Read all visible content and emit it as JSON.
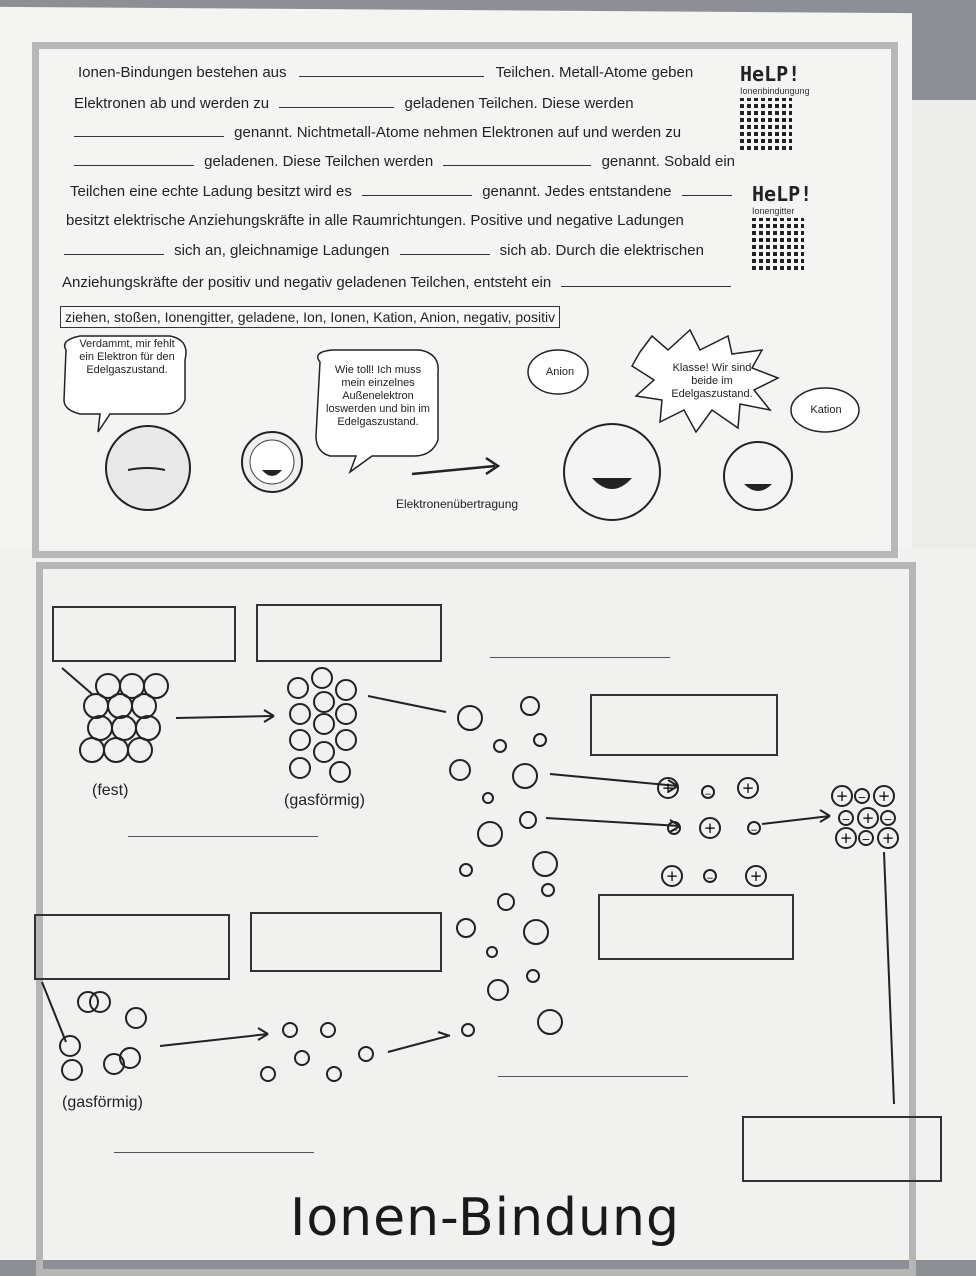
{
  "worksheet": {
    "paragraph": {
      "l1a": "Ionen-Bindungen bestehen aus",
      "l1b": "Teilchen. Metall-Atome geben",
      "l2a": "Elektronen ab und werden zu",
      "l2b": "geladenen Teilchen. Diese werden",
      "l3": "genannt. Nichtmetall-Atome nehmen Elektronen auf und werden zu",
      "l4a": "geladenen. Diese Teilchen werden",
      "l4b": "genannt. Sobald ein",
      "l5a": "Teilchen eine echte Ladung besitzt wird es",
      "l5b": "genannt. Jedes entstandene",
      "l6": "besitzt elektrische Anziehungskräfte in alle Raumrichtungen. Positive und negative Ladungen",
      "l7a": "sich an, gleichnamige Ladungen",
      "l7b": "sich ab. Durch die elektrischen",
      "l8": "Anziehungskräfte der positiv und negativ geladenen Teilchen, entsteht ein"
    },
    "word_bank": "ziehen, stoßen, Ionengitter, geladene, Ion, Ionen, Kation, Anion, negativ, positiv",
    "help_boxes": [
      {
        "title": "HeLP!",
        "subtitle": "Ionenbindungung",
        "icon": "qr-code-icon"
      },
      {
        "title": "HeLP!",
        "subtitle": "Ionengitter",
        "icon": "qr-code-icon"
      }
    ],
    "comic": {
      "left_bubble": "Verdammt, mir fehlt ein Elektron für den Edelgaszustand.",
      "middle_bubble": "Wie toll! Ich muss mein einzelnes Außenelektron loswerden und bin im Edelgaszustand.",
      "anion_label": "Anion",
      "right_bubble": "Klasse! Wir sind beide im Edelgaszustand.",
      "kation_label": "Kation",
      "arrow_caption": "Elektronenübertragung"
    },
    "diagram": {
      "label_fest": "(fest)",
      "label_gas1": "(gasförmig)",
      "label_gas2": "(gasförmig)",
      "plus": "+",
      "minus": "−"
    },
    "title": "Ionen-Bindung"
  }
}
